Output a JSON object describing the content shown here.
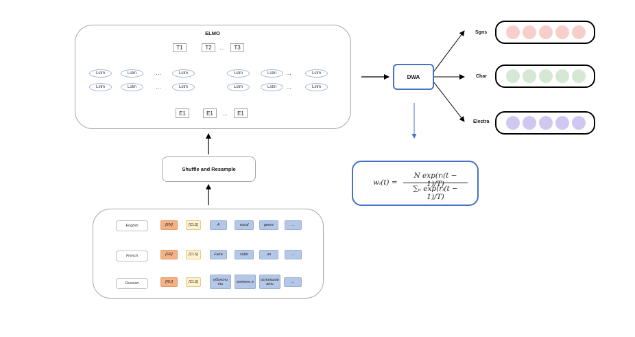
{
  "elmo": {
    "title": "ELMO",
    "top_tokens": [
      "T1",
      "T2",
      "…",
      "T3"
    ],
    "bottom_tokens": [
      "E1",
      "E1",
      "…",
      "E1"
    ],
    "lstm_label": "Lstm",
    "lstm_dots": "…"
  },
  "shuffle": {
    "label": "Shuffle and Resample"
  },
  "dwa": {
    "label": "DWA",
    "formula_lhs": "wᵢ(t) =",
    "formula_num": "N exp(rᵢ(t − 1)/T)",
    "formula_den": "∑ₙ exp(rᵢ(t − 1)/T)"
  },
  "outputs": [
    {
      "label": "Sgns",
      "color": "#f8cecc"
    },
    {
      "label": "Char",
      "color": "#d5e8d4"
    },
    {
      "label": "Electra",
      "color": "#d0c8f0"
    }
  ],
  "languages": [
    {
      "name": "English",
      "lang_token": "[EN]",
      "cls_token": "[CLS]",
      "words": [
        "A",
        "vocal",
        "genre",
        "..."
      ]
    },
    {
      "name": "French",
      "lang_token": "[FR]",
      "cls_token": "[CLS]",
      "words": [
        "Faire",
        "subir",
        "un",
        "..."
      ]
    },
    {
      "name": "Russian",
      "lang_token": "[RU]",
      "cls_token": "[CLS]",
      "words": [
        "объясни ть",
        "значени е",
        "использов ать",
        "..."
      ]
    }
  ]
}
